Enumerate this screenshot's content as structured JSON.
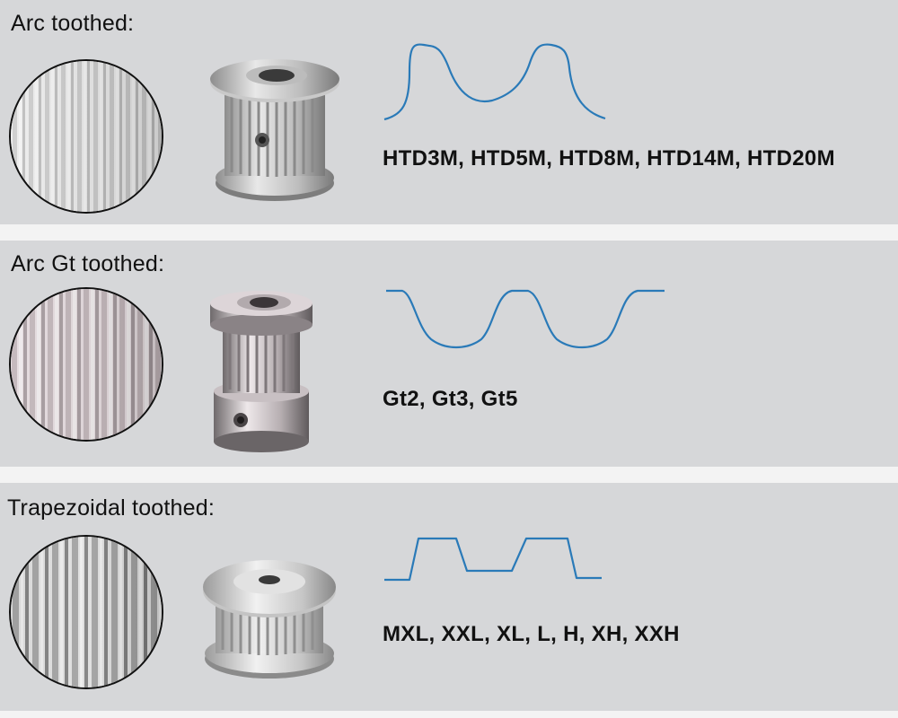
{
  "sections": [
    {
      "title": "Arc toothed:",
      "codes": "HTD3M, HTD5M, HTD8M, HTD14M, HTD20M",
      "profile_icon": "arc-tooth-profile",
      "pulley_icon": "htd-pulley"
    },
    {
      "title": "Arc Gt toothed:",
      "codes": "Gt2, Gt3, Gt5",
      "profile_icon": "gt-tooth-profile",
      "pulley_icon": "gt-pulley"
    },
    {
      "title": "Trapezoidal toothed:",
      "codes": "MXL, XXL, XL, L, H, XH, XXH",
      "profile_icon": "trapezoidal-tooth-profile",
      "pulley_icon": "trapezoidal-pulley"
    }
  ],
  "colors": {
    "panel_bg": "#d6d7d9",
    "separator": "#f3f3f3",
    "profile_stroke": "#2a7ab8",
    "text": "#111111"
  }
}
